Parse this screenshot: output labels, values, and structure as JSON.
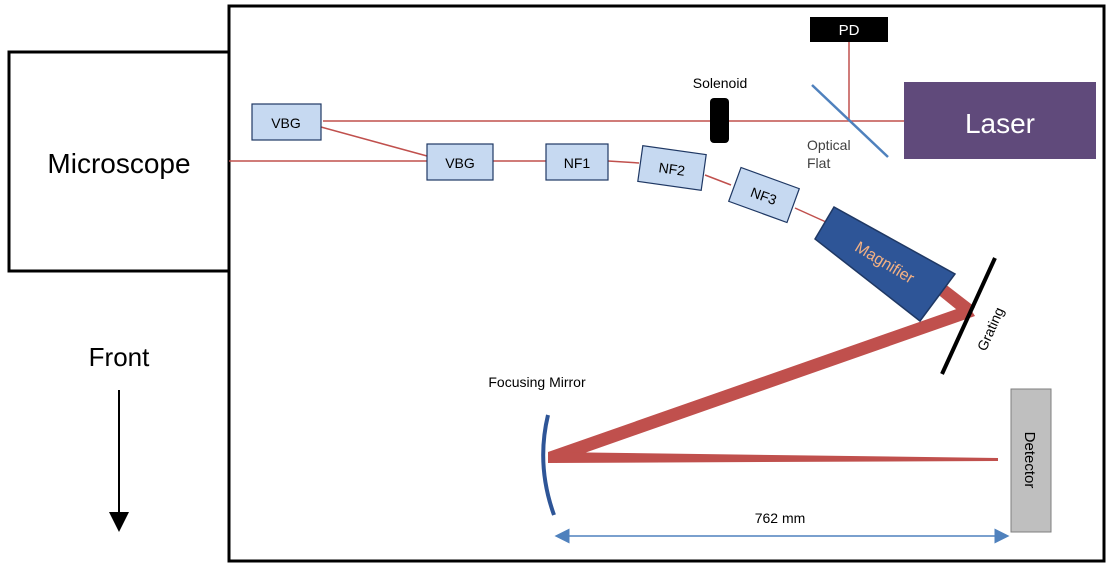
{
  "labels": {
    "microscope": "Microscope",
    "front": "Front",
    "laser": "Laser",
    "pd": "PD",
    "solenoid": "Solenoid",
    "optical_flat_line1": "Optical",
    "optical_flat_line2": "Flat",
    "vbg_top": "VBG",
    "vbg_mid": "VBG",
    "nf1": "NF1",
    "nf2": "NF2",
    "nf3": "NF3",
    "magnifier": "Magnifier",
    "grating": "Grating",
    "focusing_mirror": "Focusing Mirror",
    "detector": "Detector",
    "distance": "762 mm"
  },
  "colors": {
    "beam": "#c0504d",
    "component_fill": "#c6d9f1",
    "component_stroke": "#1f3864",
    "laser": "#604a7b",
    "magnifier": "#2e5597",
    "magnifier_text": "#f4b183",
    "mirror": "#2e5597",
    "dimension": "#4f81bd",
    "detector": "#bfbfbf"
  }
}
